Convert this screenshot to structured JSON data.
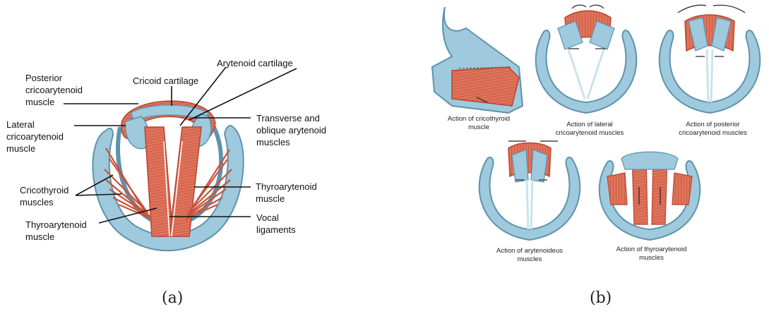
{
  "panel_a": {
    "label": "(a)",
    "labels": {
      "posterior_cricoarytenoid": "Posterior\ncricoarytenoid\nmuscle",
      "cricoid_cartilage": "Cricoid cartilage",
      "arytenoid_cartilage": "Arytenoid cartilage",
      "lateral_cricoarytenoid": "Lateral\ncricoarytenoid\nmuscle",
      "transverse_oblique": "Transverse and\noblique arytenoid\nmuscles",
      "cricothyroid": "Cricothyroid\nmuscles",
      "thyroarytenoid_right": "Thyroarytenoid\nmuscle",
      "thyroarytenoid_left": "Thyroarytenoid\nmuscle",
      "vocal_ligaments": "Vocal\nligaments"
    }
  },
  "panel_b": {
    "label": "(b)",
    "captions": {
      "cricothyroid": "Action of cricothyroid\nmuscle",
      "lateral": "Action of lateral\ncricoarytenoid muscles",
      "posterior": "Action of posterior\ncricoarytenoid muscles",
      "arytenoideus": "Action of arytenoideus\nmuscles",
      "thyroarytenoid": "Action of thyroarytenoid\nmuscles"
    }
  },
  "colors": {
    "cartilage": "#9fc9dc",
    "cartilage_edge": "#5d93ad",
    "muscle": "#e0735b",
    "muscle_dark": "#b8452f",
    "line": "#111111"
  }
}
